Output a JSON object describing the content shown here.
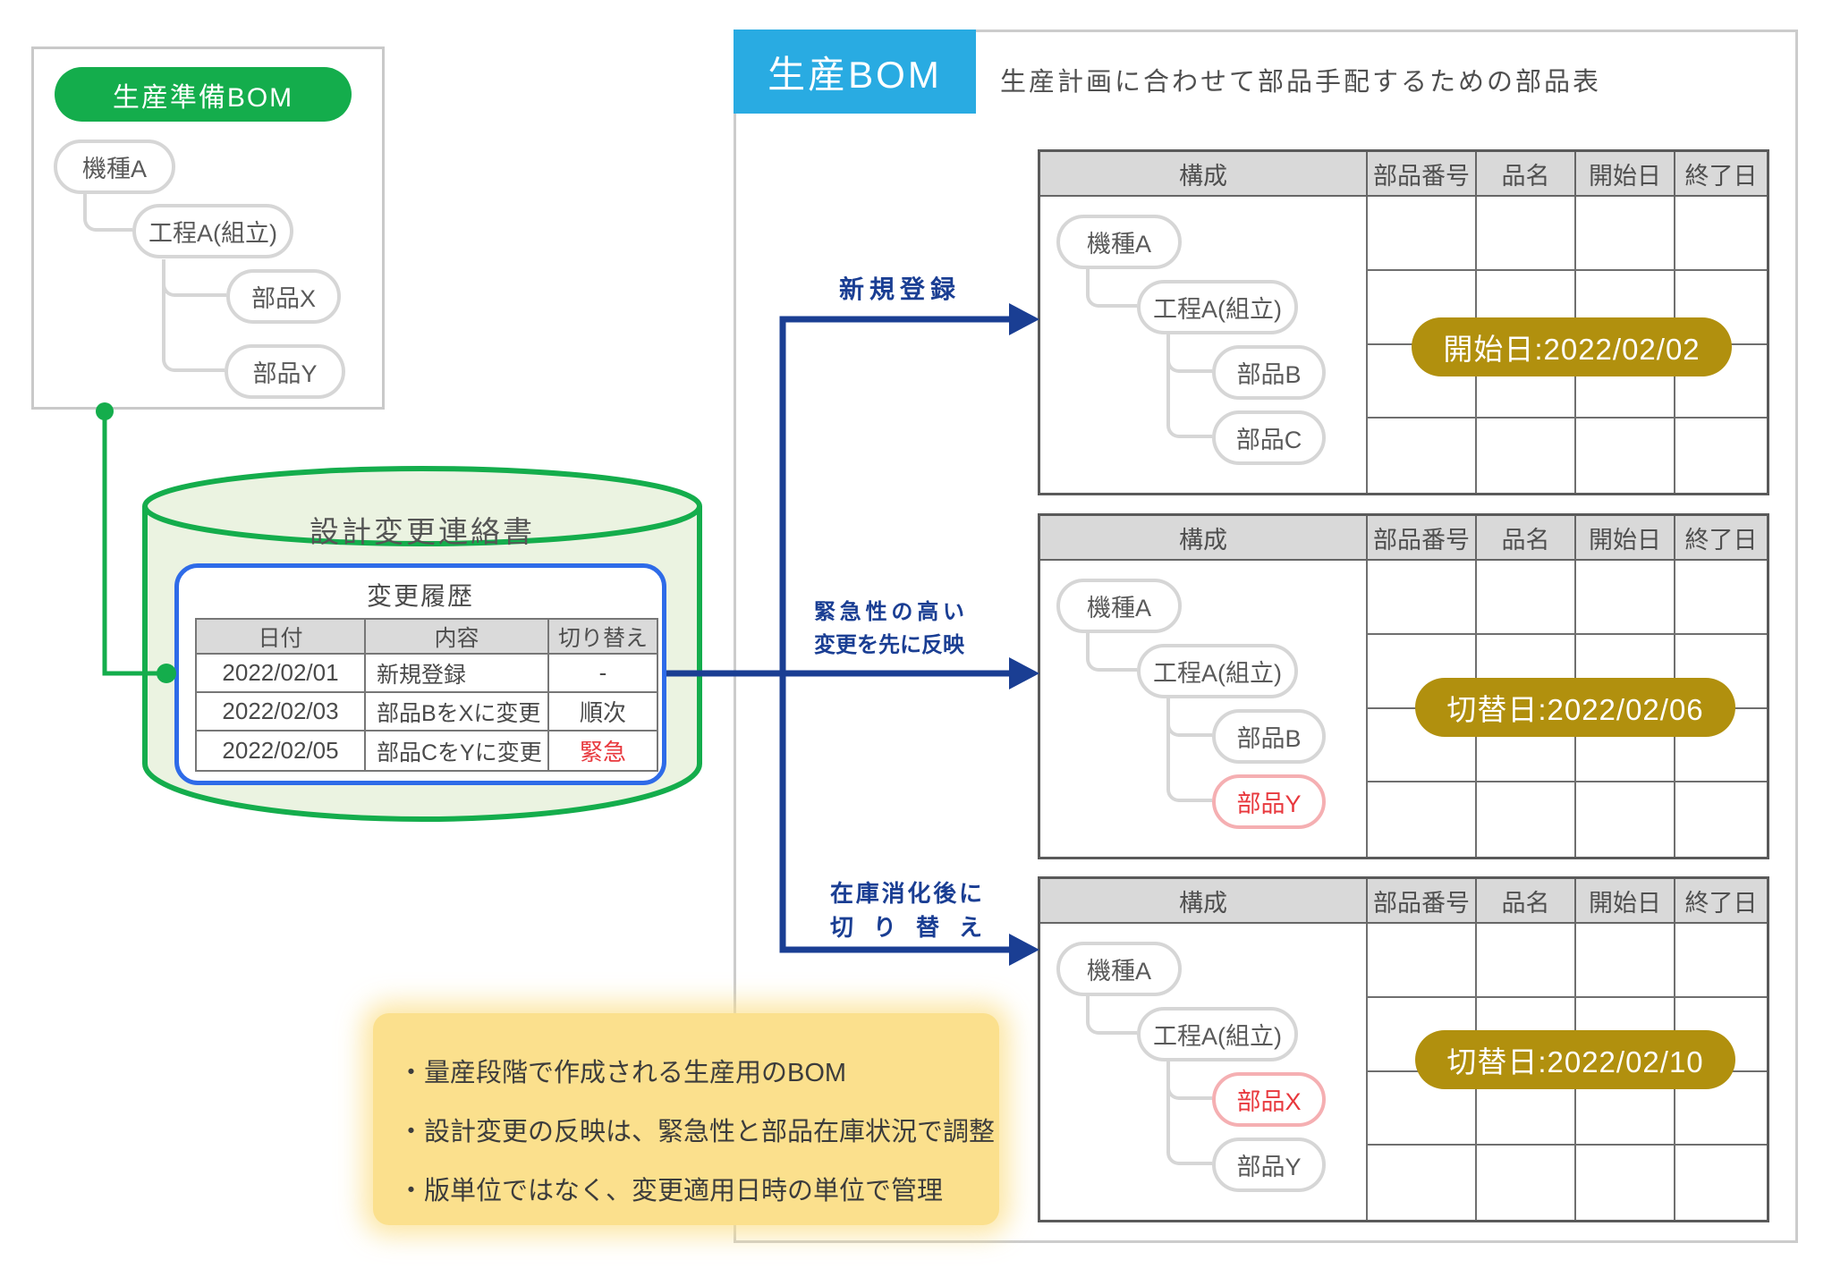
{
  "colors": {
    "green": "#14AD4C",
    "cylinder_fill": "#EBF3E1",
    "blue_border": "#2E6BE8",
    "navy": "#1A3E93",
    "cyan": "#29ABE2",
    "gold": "#B1900E",
    "red": "#E8383D",
    "pink": "#F5AFB2",
    "yellow": "#FBE08D"
  },
  "prep_bom": {
    "title": "生産準備BOM",
    "nodes": [
      {
        "label": "機種A"
      },
      {
        "label": "工程A(組立)"
      },
      {
        "label": "部品X"
      },
      {
        "label": "部品Y"
      }
    ]
  },
  "change_notice": {
    "db_label": "設計変更連絡書",
    "history_title": "変更履歴",
    "columns": [
      "日付",
      "内容",
      "切り替え"
    ],
    "rows": [
      {
        "date": "2022/02/01",
        "content": "新規登録",
        "switch": "-"
      },
      {
        "date": "2022/02/03",
        "content": "部品BをXに変更",
        "switch": "順次"
      },
      {
        "date": "2022/02/05",
        "content": "部品CをYに変更",
        "switch": "緊急"
      }
    ]
  },
  "arrows": {
    "a1": {
      "label": "新規登録"
    },
    "a2": {
      "line1": "緊急性の高い",
      "line2": "変更を先に反映"
    },
    "a3": {
      "line1": "在庫消化後に",
      "line2": "切り替え"
    }
  },
  "production_bom": {
    "title": "生産BOM",
    "subtitle": "生産計画に合わせて部品手配するための部品表",
    "columns": [
      "構成",
      "部品番号",
      "品名",
      "開始日",
      "終了日"
    ],
    "tables": [
      {
        "badge": "開始日:2022/02/02",
        "nodes": [
          {
            "label": "機種A"
          },
          {
            "label": "工程A(組立)"
          },
          {
            "label": "部品B"
          },
          {
            "label": "部品C"
          }
        ]
      },
      {
        "badge": "切替日:2022/02/06",
        "nodes": [
          {
            "label": "機種A"
          },
          {
            "label": "工程A(組立)"
          },
          {
            "label": "部品B"
          },
          {
            "label": "部品Y"
          }
        ]
      },
      {
        "badge": "切替日:2022/02/10",
        "nodes": [
          {
            "label": "機種A"
          },
          {
            "label": "工程A(組立)"
          },
          {
            "label": "部品X"
          },
          {
            "label": "部品Y"
          }
        ]
      }
    ]
  },
  "note": {
    "lines": [
      "・量産段階で作成される生産用のBOM",
      "・設計変更の反映は、緊急性と部品在庫状況で調整",
      "・版単位ではなく、変更適用日時の単位で管理"
    ]
  }
}
